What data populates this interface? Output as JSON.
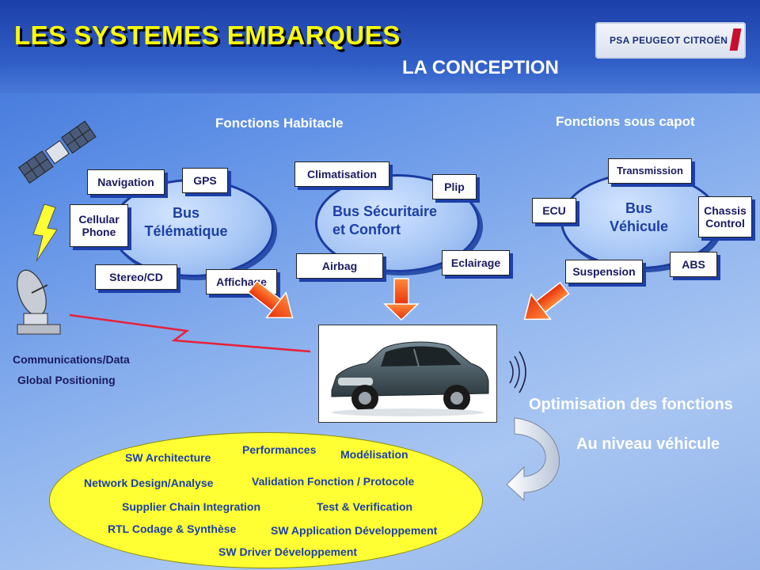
{
  "header": {
    "title": "LES SYSTEMES EMBARQUES",
    "subtitle": "LA CONCEPTION",
    "logo_text": "PSA PEUGEOT CITROËN"
  },
  "sections": {
    "habitacle": "Fonctions Habitacle",
    "capot": "Fonctions sous capot"
  },
  "buses": {
    "telematique": {
      "label_line1": "Bus",
      "label_line2": "Télématique",
      "nodes": [
        "Navigation",
        "GPS",
        "Cellular",
        "Phone",
        "Stereo/CD",
        "Affichage"
      ]
    },
    "securitaire": {
      "label_line1": "Bus Sécuritaire",
      "label_line2": "et Confort",
      "nodes": [
        "Climatisation",
        "Plip",
        "Airbag",
        "Eclairage"
      ]
    },
    "vehicule": {
      "label_line1": "Bus",
      "label_line2": "Véhicule",
      "nodes": [
        "Transmission",
        "ECU",
        "Chassis",
        "Control",
        "Suspension",
        "ABS"
      ]
    }
  },
  "left_labels": {
    "communications": "Communications/Data",
    "positioning": "Global Positioning"
  },
  "optimisation": {
    "line1": "Optimisation des fonctions",
    "line2": "Au niveau véhicule"
  },
  "skills": [
    "Performances",
    "SW Architecture",
    "Modélisation",
    "Network Design/Analyse",
    "Validation Fonction / Protocole",
    "Supplier Chain Integration",
    "Test & Verification",
    "RTL Codage & Synthèse",
    "SW Application Développement",
    "SW Driver Développement"
  ],
  "colors": {
    "title": "#ffff00",
    "bus_text": "#1c3fa8",
    "arrow": "#ff5a1a",
    "skills_bg": "#ffff33",
    "signal": "#e8203a"
  }
}
